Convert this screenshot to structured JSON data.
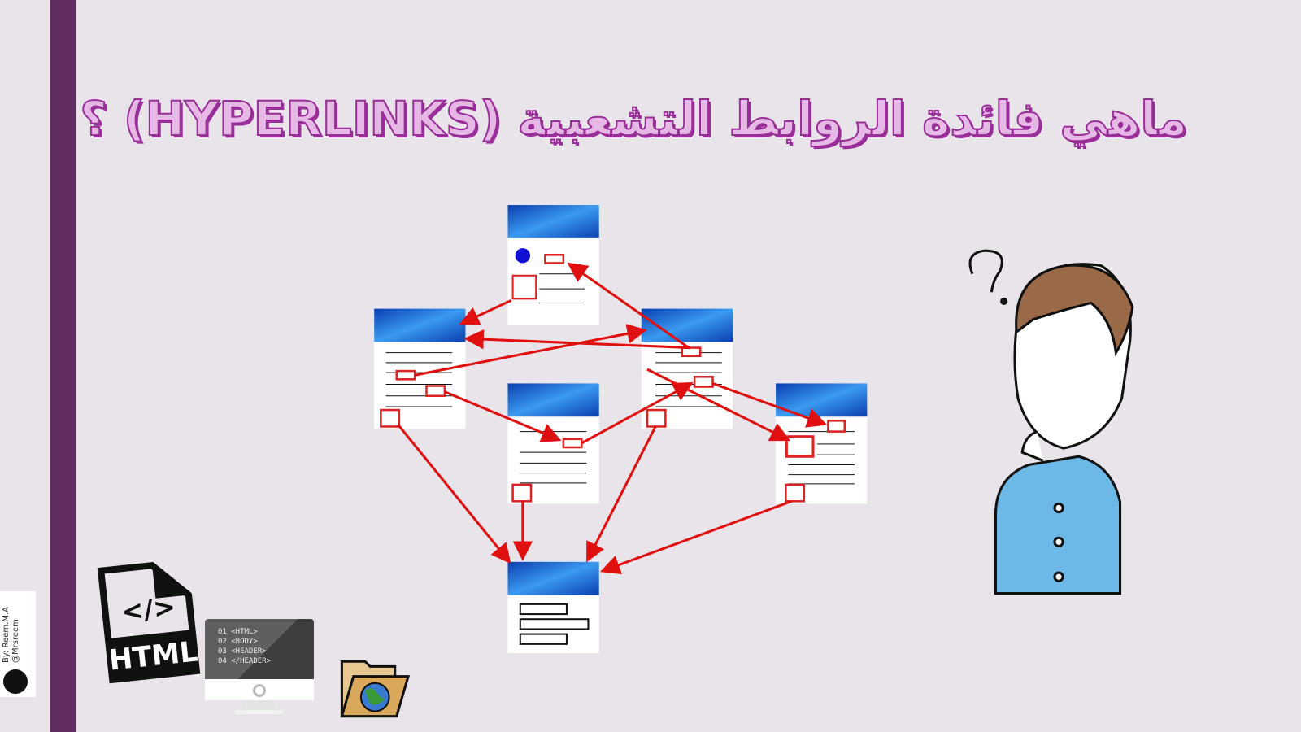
{
  "title": "ماهي فائدة الروابط التشعبية (HYPERLINKS) ؟",
  "credit": {
    "line1": "By: Reem.M.A",
    "line2": "@Mrsreem"
  },
  "html_icon": {
    "label": "HTML",
    "code": "</>"
  },
  "monitor": {
    "lines": [
      "01 <HTML>",
      "02 <BODY>",
      "03 <HEADER>",
      "04 </HEADER>"
    ]
  },
  "colors": {
    "accent": "#612c60",
    "title": "#9a2e98",
    "arrow": "#e01010",
    "doc_header": "#1060d0"
  }
}
